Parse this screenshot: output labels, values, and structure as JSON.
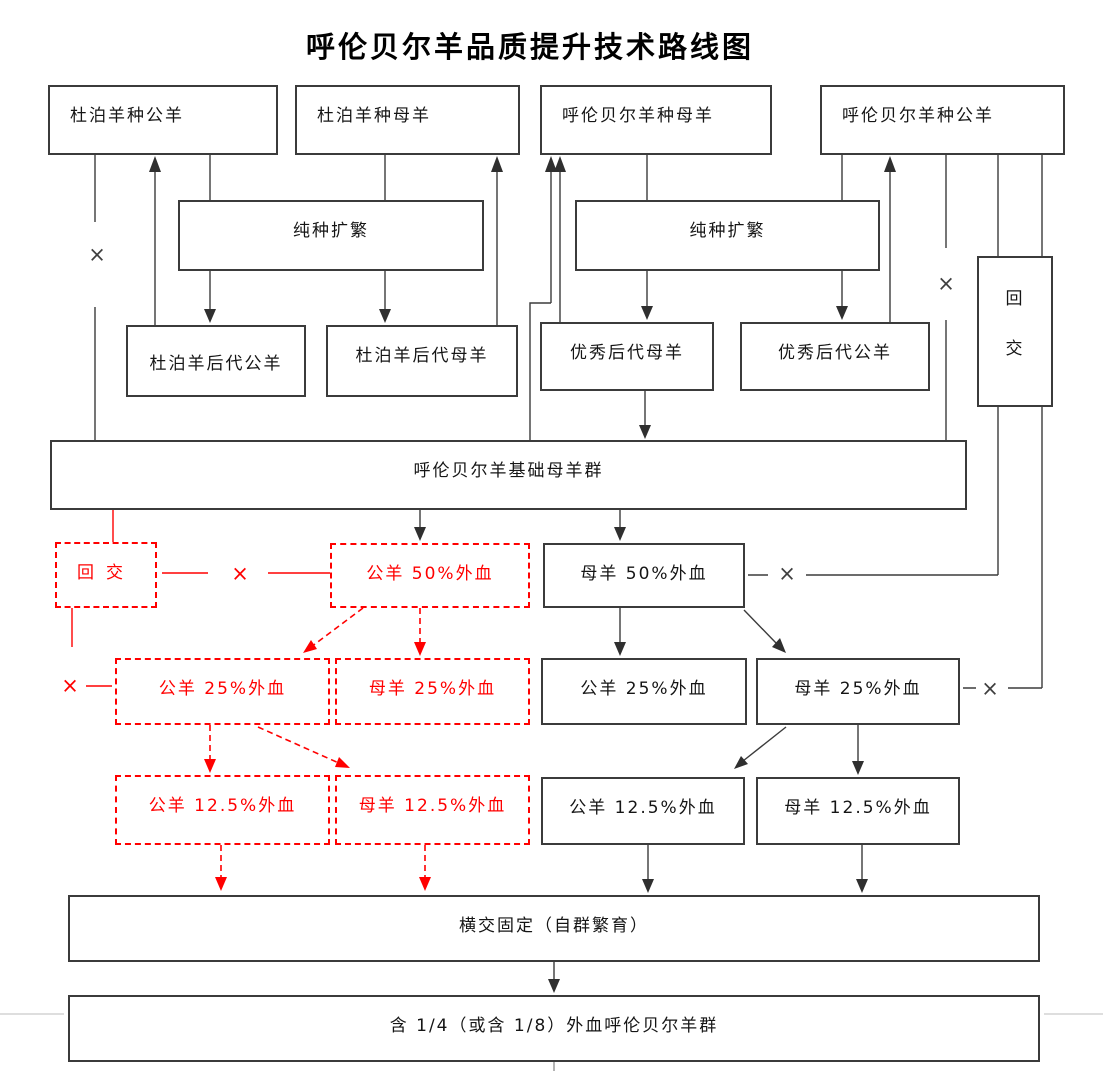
{
  "title": "呼伦贝尔羊品质提升技术路线图",
  "cross": "×",
  "colors": {
    "line": "#3b3b3b",
    "red": "#ff0000"
  },
  "nodes": {
    "duopo_ram": "杜泊羊种公羊",
    "duopo_ewe": "杜泊羊种母羊",
    "hlbe_breed_ewe": "呼伦贝尔羊种母羊",
    "hlbe_breed_ram": "呼伦贝尔羊种公羊",
    "pure_breed_left": "纯种扩繁",
    "pure_breed_right": "纯种扩繁",
    "duopo_offspring_ram": "杜泊羊后代公羊",
    "duopo_offspring_ewe": "杜泊羊后代母羊",
    "excellent_offspring_ewe": "优秀后代母羊",
    "excellent_offspring_ram": "优秀后代公羊",
    "backcross_right": "回交",
    "base_ewe_flock": "呼伦贝尔羊基础母羊群",
    "backcross_red": "回交",
    "ram_50_red": "公羊 50%外血",
    "ewe_50": "母羊 50%外血",
    "ram_25_red": "公羊 25%外血",
    "ewe_25_red": "母羊 25%外血",
    "ram_25": "公羊 25%外血",
    "ewe_25": "母羊 25%外血",
    "ram_125_red": "公羊 12.5%外血",
    "ewe_125_red": "母羊 12.5%外血",
    "ram_125": "公羊 12.5%外血",
    "ewe_125": "母羊 12.5%外血",
    "cross_fixation": "横交固定（自群繁育）",
    "final_flock": "含 1/4（或含 1/8）外血呼伦贝尔羊群"
  },
  "edges": [
    {
      "from": "duopo_ram",
      "to": "base_ewe_flock",
      "via": "×",
      "color": "black"
    },
    {
      "from": "duopo_offspring_ram",
      "to": "duopo_ram",
      "color": "black"
    },
    {
      "from": "duopo_ram",
      "to": "pure_breed_left",
      "color": "black"
    },
    {
      "from": "duopo_ewe",
      "to": "pure_breed_left",
      "color": "black"
    },
    {
      "from": "pure_breed_left",
      "to": "duopo_offspring_ram",
      "color": "black"
    },
    {
      "from": "pure_breed_left",
      "to": "duopo_offspring_ewe",
      "color": "black"
    },
    {
      "from": "duopo_offspring_ewe",
      "to": "duopo_ewe",
      "color": "black"
    },
    {
      "from": "base_ewe_flock",
      "to": "hlbe_breed_ewe",
      "color": "black"
    },
    {
      "from": "excellent_offspring_ewe",
      "to": "hlbe_breed_ewe",
      "color": "black"
    },
    {
      "from": "hlbe_breed_ewe",
      "to": "pure_breed_right",
      "color": "black"
    },
    {
      "from": "pure_breed_right",
      "to": "excellent_offspring_ewe",
      "color": "black"
    },
    {
      "from": "excellent_offspring_ewe",
      "to": "base_ewe_flock",
      "color": "black"
    },
    {
      "from": "hlbe_breed_ram",
      "to": "pure_breed_right",
      "color": "black"
    },
    {
      "from": "pure_breed_right",
      "to": "excellent_offspring_ram",
      "color": "black"
    },
    {
      "from": "excellent_offspring_ram",
      "to": "hlbe_breed_ram",
      "color": "black"
    },
    {
      "from": "hlbe_breed_ram",
      "to": "base_ewe_flock",
      "via": "×",
      "color": "black"
    },
    {
      "from": "hlbe_breed_ram",
      "to": "backcross_right",
      "color": "black"
    },
    {
      "from": "backcross_right",
      "to": "ewe_50",
      "via": "×",
      "color": "black"
    },
    {
      "from": "backcross_right",
      "to": "ewe_25",
      "via": "×",
      "color": "black"
    },
    {
      "from": "base_ewe_flock",
      "to": "ram_50_red",
      "color": "black"
    },
    {
      "from": "base_ewe_flock",
      "to": "ewe_50",
      "color": "black"
    },
    {
      "from": "base_ewe_flock",
      "to": "backcross_red",
      "color": "red"
    },
    {
      "from": "backcross_red",
      "to": "ram_50_red",
      "via": "×",
      "color": "red"
    },
    {
      "from": "backcross_red",
      "to": "ram_25_red",
      "via": "×",
      "color": "red"
    },
    {
      "from": "ram_50_red",
      "to": "ram_25_red",
      "color": "red",
      "dashed": true
    },
    {
      "from": "ram_50_red",
      "to": "ewe_25_red",
      "color": "red",
      "dashed": true
    },
    {
      "from": "ram_25_red",
      "to": "ram_125_red",
      "color": "red",
      "dashed": true
    },
    {
      "from": "ram_25_red",
      "to": "ewe_125_red",
      "color": "red",
      "dashed": true
    },
    {
      "from": "ewe_50",
      "to": "ram_25",
      "color": "black"
    },
    {
      "from": "ewe_50",
      "to": "ewe_25",
      "color": "black"
    },
    {
      "from": "ewe_25",
      "to": "ram_125",
      "color": "black"
    },
    {
      "from": "ewe_25",
      "to": "ewe_125",
      "color": "black"
    },
    {
      "from": "ram_125_red",
      "to": "cross_fixation",
      "color": "red",
      "dashed": true
    },
    {
      "from": "ewe_125_red",
      "to": "cross_fixation",
      "color": "red",
      "dashed": true
    },
    {
      "from": "ram_125",
      "to": "cross_fixation",
      "color": "black"
    },
    {
      "from": "ewe_125",
      "to": "cross_fixation",
      "color": "black"
    },
    {
      "from": "cross_fixation",
      "to": "final_flock",
      "color": "black"
    }
  ]
}
